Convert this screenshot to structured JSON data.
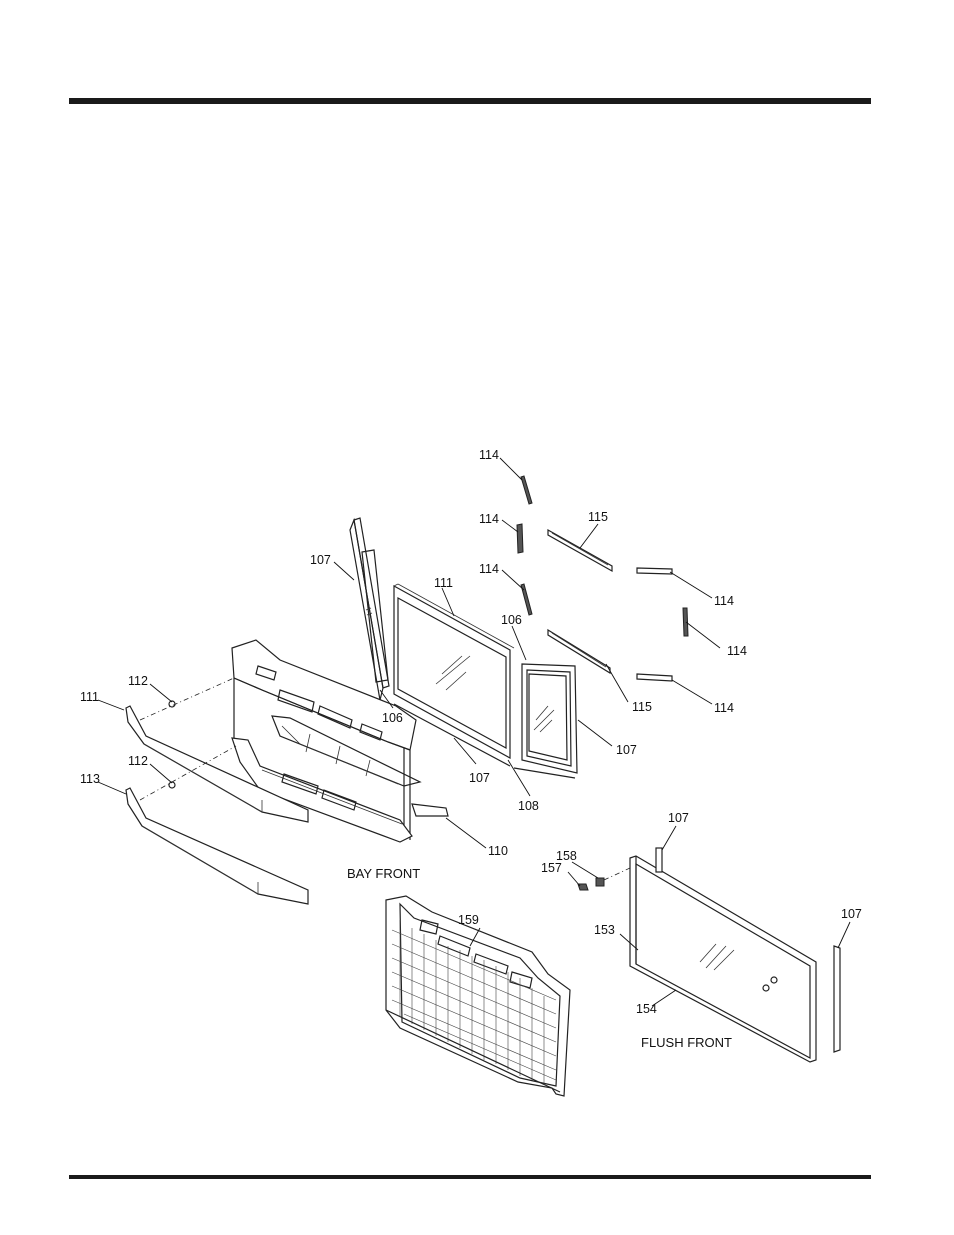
{
  "captions": {
    "bay_front": "BAY FRONT",
    "flush_front": "FLUSH FRONT"
  },
  "callouts": [
    {
      "id": "c114a",
      "text": "114"
    },
    {
      "id": "c114b",
      "text": "114"
    },
    {
      "id": "c115a",
      "text": "115"
    },
    {
      "id": "c114c",
      "text": "114"
    },
    {
      "id": "c114d",
      "text": "114"
    },
    {
      "id": "c114e",
      "text": "114"
    },
    {
      "id": "c114f",
      "text": "114"
    },
    {
      "id": "c115b",
      "text": "115"
    },
    {
      "id": "c107a",
      "text": "107"
    },
    {
      "id": "c111a",
      "text": "111"
    },
    {
      "id": "c106a",
      "text": "106"
    },
    {
      "id": "c106b",
      "text": "106"
    },
    {
      "id": "c107b",
      "text": "107"
    },
    {
      "id": "c107c",
      "text": "107"
    },
    {
      "id": "c108",
      "text": "108"
    },
    {
      "id": "c112a",
      "text": "112"
    },
    {
      "id": "c111b",
      "text": "111"
    },
    {
      "id": "c112b",
      "text": "112"
    },
    {
      "id": "c113",
      "text": "113"
    },
    {
      "id": "c110",
      "text": "110"
    },
    {
      "id": "c107d",
      "text": "107"
    },
    {
      "id": "c158",
      "text": "158"
    },
    {
      "id": "c157",
      "text": "157"
    },
    {
      "id": "c153",
      "text": "153"
    },
    {
      "id": "c159",
      "text": "159"
    },
    {
      "id": "c107e",
      "text": "107"
    },
    {
      "id": "c154",
      "text": "154"
    }
  ]
}
